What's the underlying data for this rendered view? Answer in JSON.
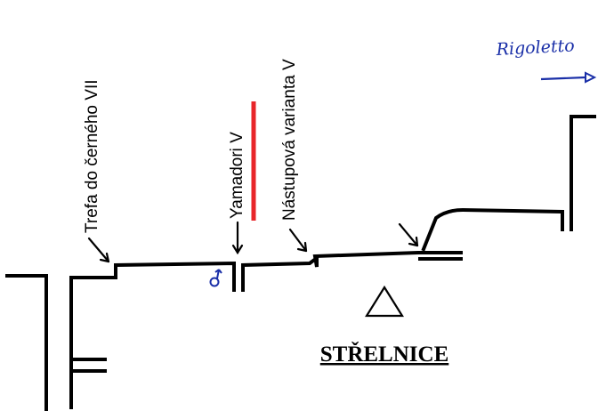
{
  "routes": [
    {
      "name": "Trefa do černého VII"
    },
    {
      "name": "Yamadori V"
    },
    {
      "name": "Nástupová varianta V"
    }
  ],
  "area_title": "STŘELNICE",
  "neighbor_label": "Rigoletto",
  "colors": {
    "rock_line": "#000000",
    "project_line": "#e8262a",
    "handwriting": "#1a2fa8"
  },
  "icons": [
    "triangle-icon",
    "anchor-hook-icon",
    "direction-arrow-icon"
  ]
}
